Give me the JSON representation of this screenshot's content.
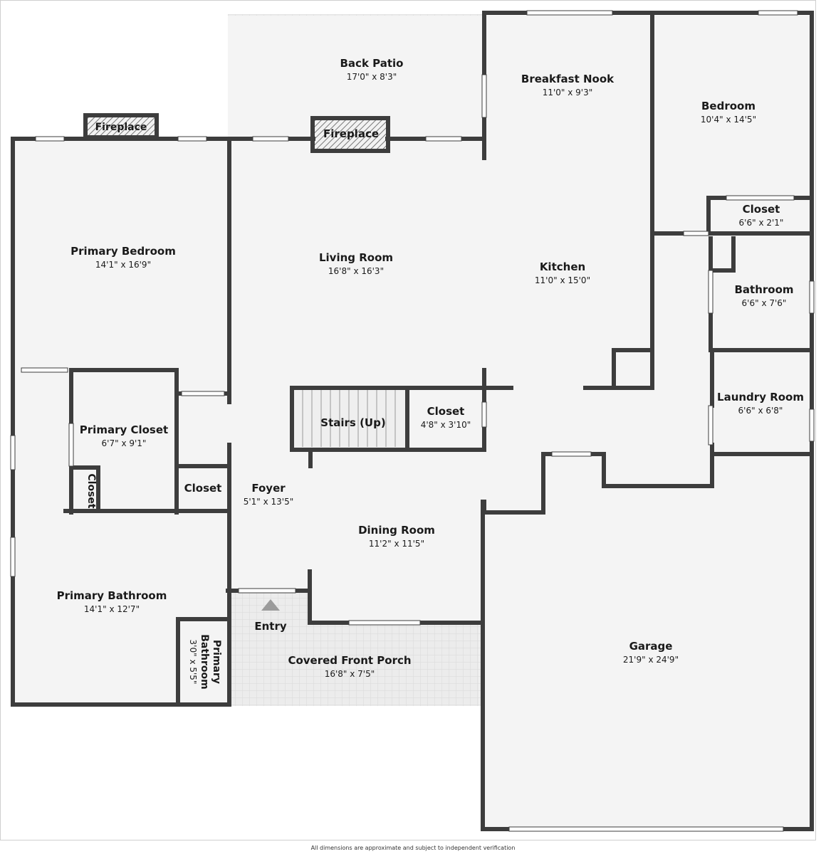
{
  "rooms": {
    "back_patio": {
      "name": "Back Patio",
      "dims": "17'0\" x 8'3\""
    },
    "breakfast_nook": {
      "name": "Breakfast Nook",
      "dims": "11'0\" x 9'3\""
    },
    "bedroom": {
      "name": "Bedroom",
      "dims": "10'4\" x 14'5\""
    },
    "closet_bedroom": {
      "name": "Closet",
      "dims": "6'6\" x 2'1\""
    },
    "fireplace_primary": {
      "name": "Fireplace"
    },
    "fireplace_living": {
      "name": "Fireplace"
    },
    "primary_bedroom": {
      "name": "Primary Bedroom",
      "dims": "14'1\" x 16'9\""
    },
    "living_room": {
      "name": "Living Room",
      "dims": "16'8\" x 16'3\""
    },
    "kitchen": {
      "name": "Kitchen",
      "dims": "11'0\" x 15'0\""
    },
    "bathroom": {
      "name": "Bathroom",
      "dims": "6'6\" x 7'6\""
    },
    "laundry_room": {
      "name": "Laundry Room",
      "dims": "6'6\" x 6'8\""
    },
    "primary_closet": {
      "name": "Primary Closet",
      "dims": "6'7\" x 9'1\""
    },
    "stairs": {
      "name": "Stairs (Up)"
    },
    "closet_stairs": {
      "name": "Closet",
      "dims": "4'8\" x 3'10\""
    },
    "closet_small": {
      "name": "Closet"
    },
    "closet_hall": {
      "name": "Closet"
    },
    "foyer": {
      "name": "Foyer",
      "dims": "5'1\" x 13'5\""
    },
    "dining_room": {
      "name": "Dining Room",
      "dims": "11'2\" x 11'5\""
    },
    "primary_bathroom": {
      "name": "Primary Bathroom",
      "dims": "14'1\" x 12'7\""
    },
    "primary_bathroom_wc": {
      "name_line1": "Primary",
      "name_line2": "Bathroom",
      "dims": "3'0\" x 5'5\""
    },
    "entry": {
      "name": "Entry"
    },
    "covered_front_porch": {
      "name": "Covered Front Porch",
      "dims": "16'8\" x 7'5\""
    },
    "garage": {
      "name": "Garage",
      "dims": "21'9\" x 24'9\""
    }
  },
  "footer": {
    "disclaimer": "All dimensions are approximate and subject to independent verification"
  },
  "colors": {
    "wall": "#3d3d3d",
    "floor": "#f4f4f4",
    "tile": "#e9e9e9",
    "window": "#ffffff",
    "background": "#ffffff"
  }
}
